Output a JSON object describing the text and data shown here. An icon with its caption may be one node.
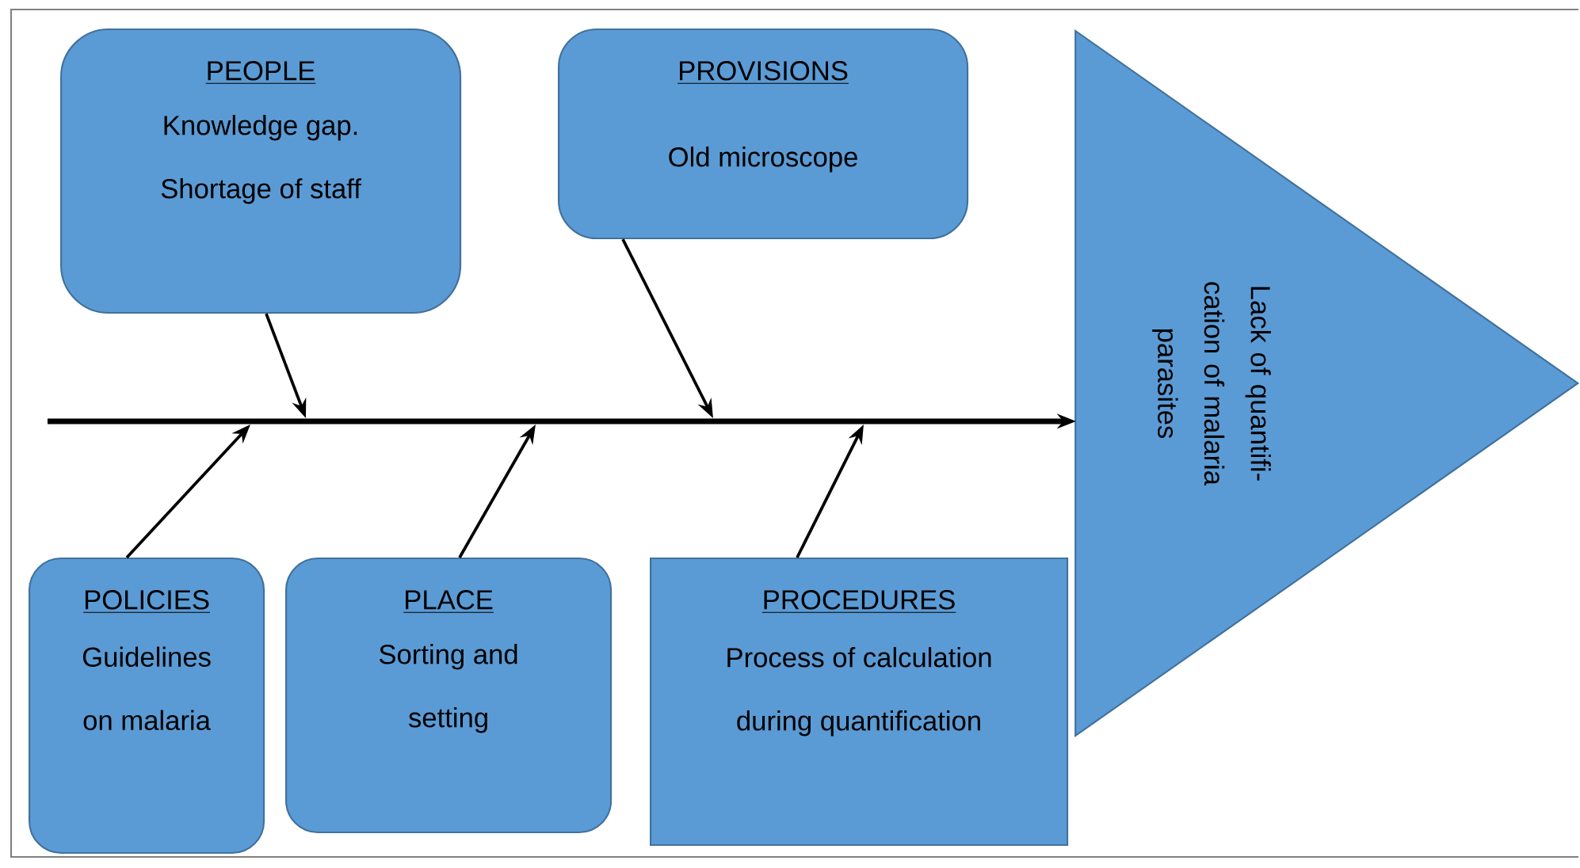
{
  "diagram": {
    "nodes": [
      {
        "text": [
          "PEOPLE",
          "Knowledge gap. Shortage of staff"
        ]
      },
      {
        "text": [
          "PROVISIONS",
          "Old microscope"
        ]
      },
      {
        "text": [
          "POLICIES",
          "Guidelines on malaria"
        ]
      },
      {
        "text": [
          "PLACE",
          "Sorting and setting"
        ]
      },
      {
        "text": [
          "PROCEDURES",
          "Process of calculation during quantification"
        ]
      },
      {
        "text": [
          "Lack of quantifi- cation of malaria parasites"
        ]
      }
    ],
    "edges": [
      {
        "from": 0,
        "to": null,
        "arrow": "to"
      },
      {
        "from": 1,
        "to": null,
        "arrow": "to"
      },
      {
        "from": 2,
        "to": null,
        "arrow": "to"
      },
      {
        "from": 3,
        "to": null,
        "arrow": "to"
      },
      {
        "from": 4,
        "to": null,
        "arrow": "to"
      },
      {
        "from": null,
        "to": 5,
        "arrow": "to",
        "style": "thick"
      }
    ]
  }
}
